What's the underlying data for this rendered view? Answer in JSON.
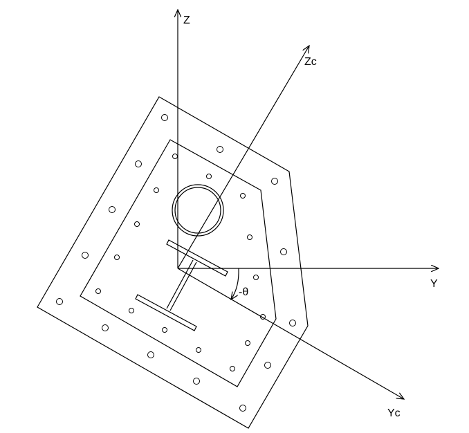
{
  "axes": {
    "z": "Z",
    "zc": "Zc",
    "y": "Y",
    "yc": "Yc"
  },
  "angle_label": "-θ",
  "colors": {
    "line": "#000000",
    "background": "#ffffff"
  }
}
